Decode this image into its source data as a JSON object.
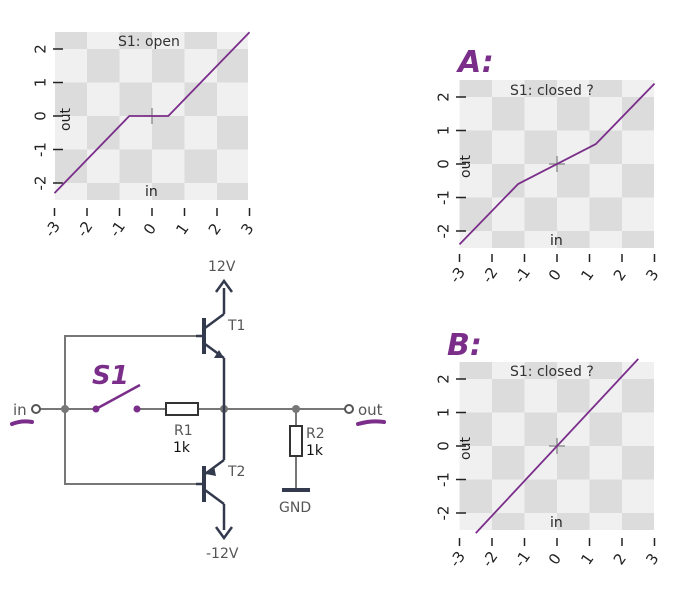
{
  "panels": [
    {
      "id": "open",
      "title": "S1: open",
      "xlabel": "in",
      "ylabel": "out",
      "xticks": [
        "-3",
        "-2",
        "-1",
        "0",
        "1",
        "2",
        "3"
      ],
      "yticks": [
        "-2",
        "-1",
        "0",
        "1",
        "2"
      ],
      "curve": [
        [
          -3,
          -2.3
        ],
        [
          -0.7,
          0
        ],
        [
          0.5,
          0
        ],
        [
          3,
          2.5
        ]
      ]
    },
    {
      "id": "A",
      "title": "S1: closed ?",
      "xlabel": "in",
      "ylabel": "out",
      "xticks": [
        "-3",
        "-2",
        "-1",
        "0",
        "1",
        "2",
        "3"
      ],
      "yticks": [
        "-2",
        "-1",
        "0",
        "1",
        "2"
      ],
      "curve": [
        [
          -3,
          -2.4
        ],
        [
          -1.2,
          -0.6
        ],
        [
          1.2,
          0.6
        ],
        [
          3,
          2.4
        ]
      ]
    },
    {
      "id": "B",
      "title": "S1: closed ?",
      "xlabel": "in",
      "ylabel": "out",
      "xticks": [
        "-3",
        "-2",
        "-1",
        "0",
        "1",
        "2",
        "3"
      ],
      "yticks": [
        "-2",
        "-1",
        "0",
        "1",
        "2"
      ],
      "curve": [
        [
          -2.5,
          -2.6
        ],
        [
          2.5,
          2.6
        ]
      ]
    }
  ],
  "labels": {
    "a": "A:",
    "b": "B:",
    "s1": "S1"
  },
  "circuit": {
    "vplus": "12V",
    "vminus": "-12V",
    "t1": "T1",
    "t2": "T2",
    "r1_name": "R1",
    "r1_value": "1k",
    "r2_name": "R2",
    "r2_value": "1k",
    "gnd": "GND",
    "in": "in",
    "out": "out"
  },
  "colors": {
    "curve": "#7a2e8a",
    "wire_gray": "#777777",
    "transistor": "#333a4d",
    "grid_light": "#f0f0f0",
    "grid_dark": "#dcdcdc"
  }
}
